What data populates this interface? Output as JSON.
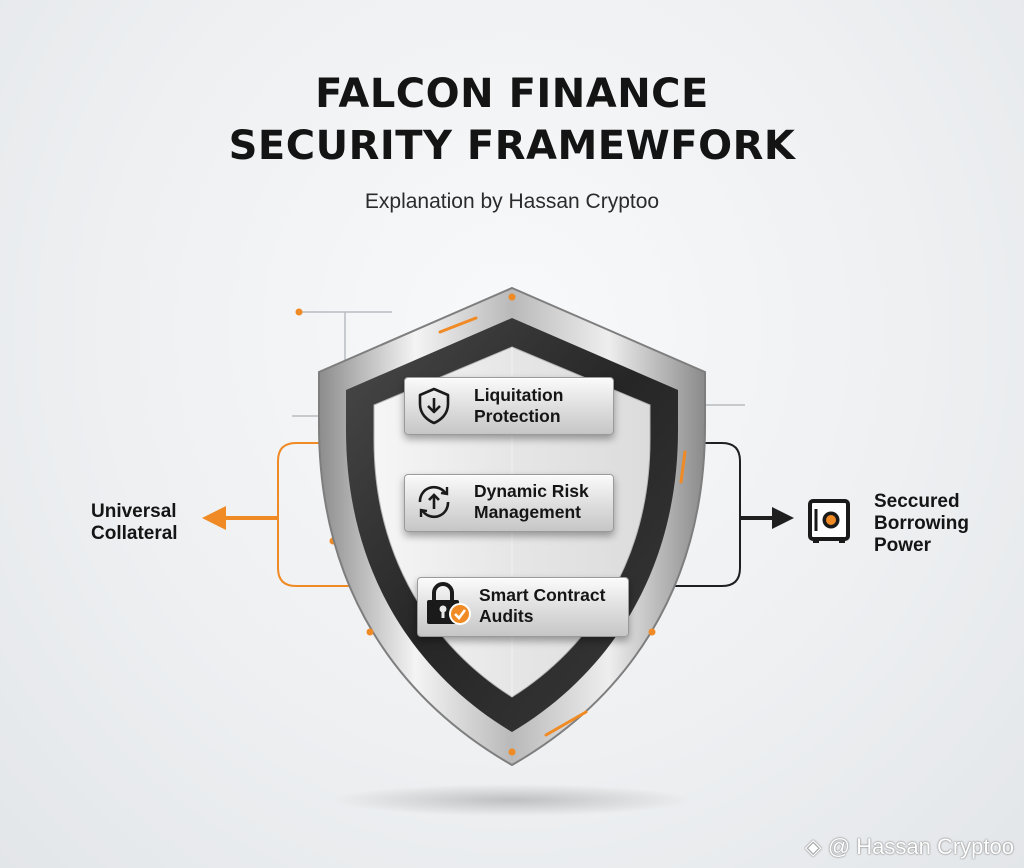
{
  "title": {
    "line1": "FALCON FINANCE",
    "line2": "SECURITY FRAMEWFORK"
  },
  "subtitle": "Explanation by Hassan Cryptoo",
  "shield_items": [
    {
      "icon": "shield-down-arrow-icon",
      "line1": "Liquitation",
      "line2": "Protection"
    },
    {
      "icon": "dynamic-risk-icon",
      "line1": "Dynamic Risk",
      "line2": "Management"
    },
    {
      "icon": "lock-check-icon",
      "line1": "Smart Contract",
      "line2": "Audits"
    }
  ],
  "left_output": {
    "line1": "Universal",
    "line2": "Collateral"
  },
  "right_output": {
    "icon": "safe-vault-icon",
    "line1": "Seccured",
    "line2": "Borrowing",
    "line3": "Power"
  },
  "watermark": "@ Hassan Cryptoo",
  "colors": {
    "accent": "#f08a24",
    "dark": "#1f1f1f",
    "shield_dark": "#2e2e2e",
    "shield_silver": "#c4c4c4"
  }
}
